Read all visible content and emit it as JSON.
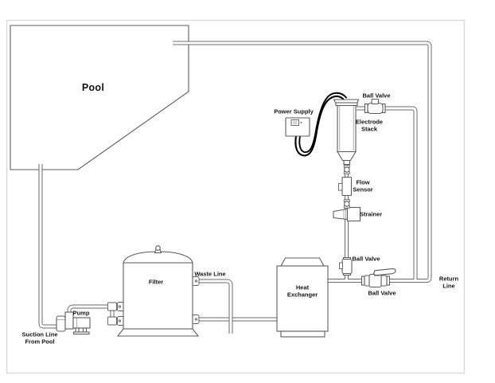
{
  "diagram": {
    "description": "Pool water treatment piping schematic",
    "colors": {
      "background": "#ffffff",
      "frame": "#d9d9d9",
      "line_art": "#5d5d5d",
      "pipe": "#6b6b6b",
      "cable": "#000000",
      "label_text": "#141414"
    }
  },
  "labels": {
    "pool": "Pool",
    "power_supply": "Power Supply",
    "ball_valve_top": "Ball Valve",
    "electrode_stack": "Electrode\nStack",
    "flow_sensor": "Flow\nSensor",
    "strainer": "Strainer",
    "ball_valve_branch": "Ball Valve",
    "heat_exchanger": "Heat\nExchanger",
    "ball_valve_return": "Ball Valve",
    "return_line": "Return\nLine",
    "waste_line": "Waste Line",
    "filter": "Filter",
    "pump": "Pump",
    "suction_line": "Suction Line\nFrom Pool"
  }
}
